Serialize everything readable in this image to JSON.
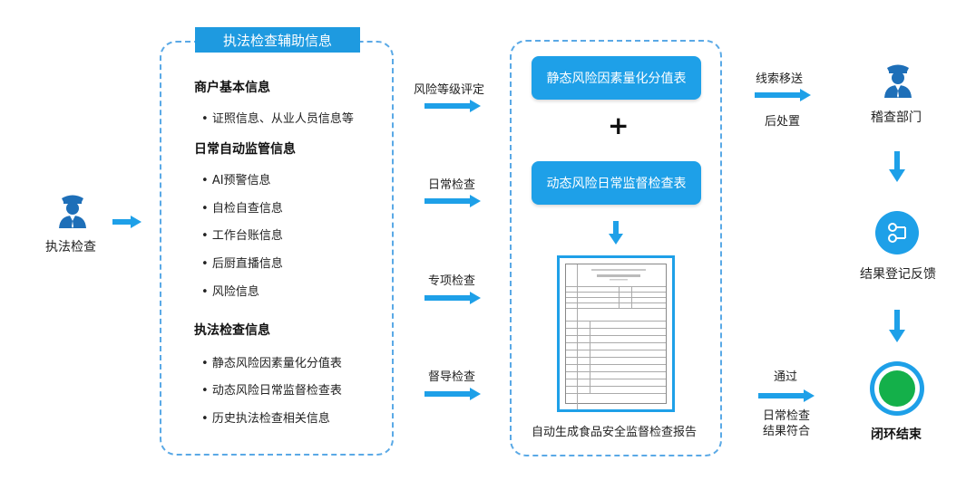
{
  "left_actor": {
    "label": "执法检查",
    "icon": "officer-icon"
  },
  "info_panel": {
    "title": "执法检查辅助信息",
    "sections": [
      {
        "heading": "商户基本信息",
        "items": [
          "证照信息、从业人员信息等"
        ]
      },
      {
        "heading": "日常自动监管信息",
        "items": [
          "AI预警信息",
          "自检自查信息",
          "工作台账信息",
          "后厨直播信息",
          "风险信息"
        ]
      },
      {
        "heading": "执法检查信息",
        "items": [
          "静态风险因素量化分值表",
          "动态风险日常监督检查表",
          "历史执法检查相关信息"
        ]
      }
    ]
  },
  "arrow_labels": [
    "风险等级评定",
    "日常检查",
    "专项检查",
    "督导检查"
  ],
  "center_panel": {
    "static_table": "静态风险因素量化分值表",
    "plus": "+",
    "dynamic_table": "动态风险日常监督检查表",
    "report_caption": "自动生成食品安全监督检查报告"
  },
  "upper_flow": {
    "label_top": "线索移送",
    "label_bottom": "后处置"
  },
  "lower_flow": {
    "label_top": "通过",
    "label_bottom": "日常检查\n结果符合"
  },
  "right_column": {
    "dept": "稽查部门",
    "feedback": "结果登记反馈",
    "end": "闭环结束"
  },
  "colors": {
    "accent": "#1ea0e8",
    "officer": "#1e6fb8",
    "end_green": "#14b04a"
  }
}
